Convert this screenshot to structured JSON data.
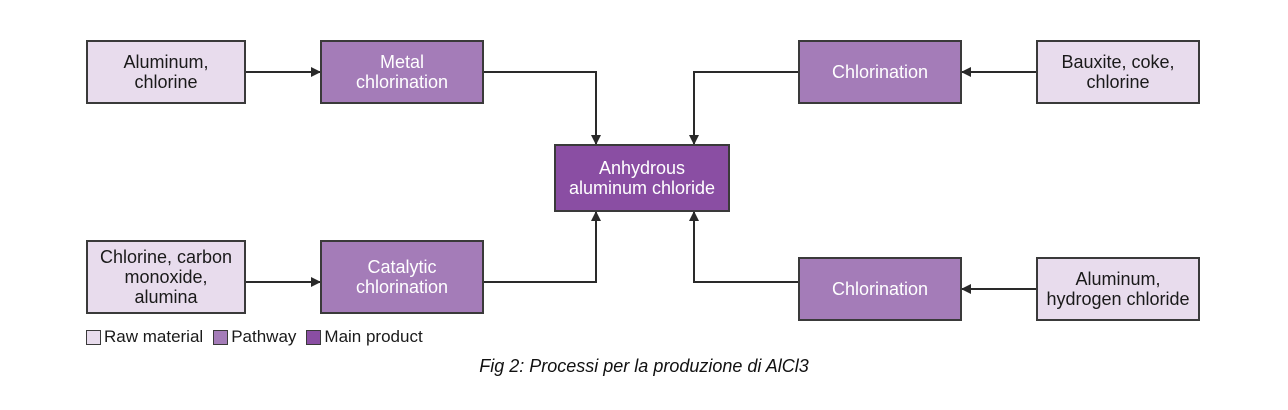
{
  "nodes": {
    "raw_al_cl": "Aluminum,\nchlorine",
    "metal_chlorination": "Metal\nchlorination",
    "chlorination_top": "Chlorination",
    "raw_bauxite": "Bauxite, coke,\nchlorine",
    "main_product": "Anhydrous\naluminum chloride",
    "raw_cl_co_alumina": "Chlorine, carbon\nmonoxide,\nalumina",
    "catalytic_chlorination": "Catalytic\nchlorination",
    "chlorination_bottom": "Chlorination",
    "raw_al_hcl": "Aluminum,\nhydrogen chloride"
  },
  "legend": {
    "raw": "Raw material",
    "pathway": "Pathway",
    "main": "Main product"
  },
  "colors": {
    "raw": "#e8dced",
    "pathway": "#a47cb8",
    "main": "#8a4ea3"
  },
  "caption": "Fig 2: Processi per la produzione di AlCl3"
}
